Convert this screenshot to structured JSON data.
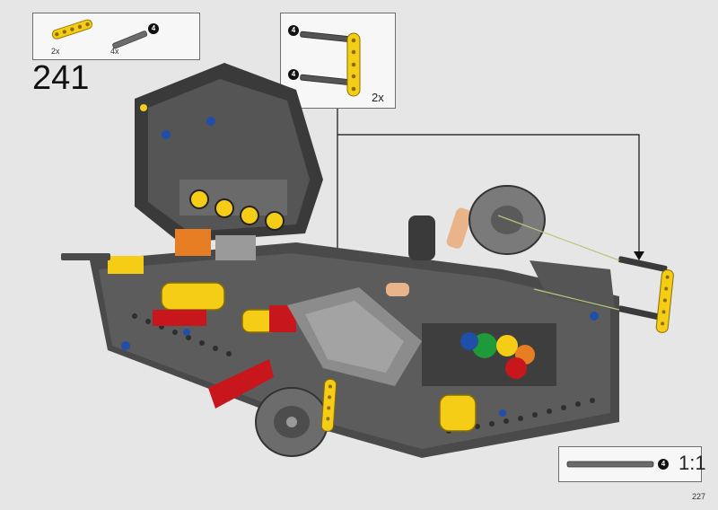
{
  "step": {
    "number": "241"
  },
  "page": {
    "number": "227"
  },
  "parts_list": {
    "items": [
      {
        "name": "yellow-liftarm-5",
        "quantity": "2x",
        "color": "#f5cd17"
      },
      {
        "name": "grey-axle-4",
        "quantity": "4x",
        "length_badge": "4",
        "color": "#6b6b6b"
      }
    ]
  },
  "sub_assembly": {
    "quantity": "2x",
    "axle_badges": [
      "4",
      "4"
    ]
  },
  "scale_box": {
    "length_badge": "4",
    "scale_label": "1:1"
  },
  "colors": {
    "yellow": "#f5cd17",
    "dark_grey": "#3a3a3a",
    "light_grey": "#9a9a9a",
    "red": "#c8161d",
    "blue": "#1f4fa8",
    "orange": "#e87e23",
    "green": "#1f9a3a",
    "tan": "#e9b48a"
  }
}
